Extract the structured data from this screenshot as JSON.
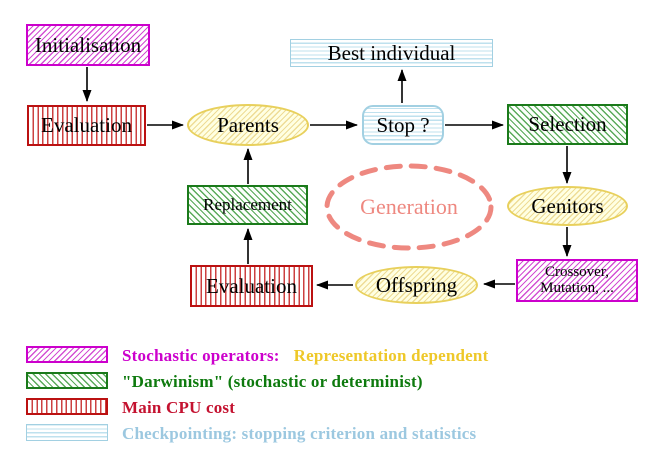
{
  "nodes": {
    "initialisation": "Initialisation",
    "evaluation_top": "Evaluation",
    "best_individual": "Best individual",
    "parents": "Parents",
    "stop": "Stop ?",
    "selection": "Selection",
    "replacement": "Replacement",
    "generation": "Generation",
    "genitors": "Genitors",
    "evaluation_bottom": "Evaluation",
    "offspring": "Offspring",
    "crossover_line1": "Crossover,",
    "crossover_line2": "Mutation, ..."
  },
  "legend": {
    "items": [
      {
        "pattern": "magenta-diagonal-hatch",
        "label": "Stochastic operators:",
        "label2": "Representation dependent"
      },
      {
        "pattern": "green-diagonal-hatch",
        "label": "\"Darwinism\" (stochastic or determinist)"
      },
      {
        "pattern": "red-vertical-stripes",
        "label": "Main CPU cost"
      },
      {
        "pattern": "cyan-horizontal-stripes",
        "label": "Checkpointing: stopping criterion and statistics"
      }
    ]
  },
  "colors": {
    "magenta_border": "#cc00cc",
    "green_border": "#1a7a1a",
    "red_border": "#bb1111",
    "cyan_border": "#a2d0e2",
    "yellow_border": "#e8d05c",
    "yellow_fill": "#ffffe2",
    "coral_dashed": "#ee8880",
    "gold_text": "#eec829",
    "green_text": "#0e7a0e",
    "crimson_text": "#c41230",
    "light_blue_text": "#9cc8e0",
    "node_text": "#000000"
  }
}
